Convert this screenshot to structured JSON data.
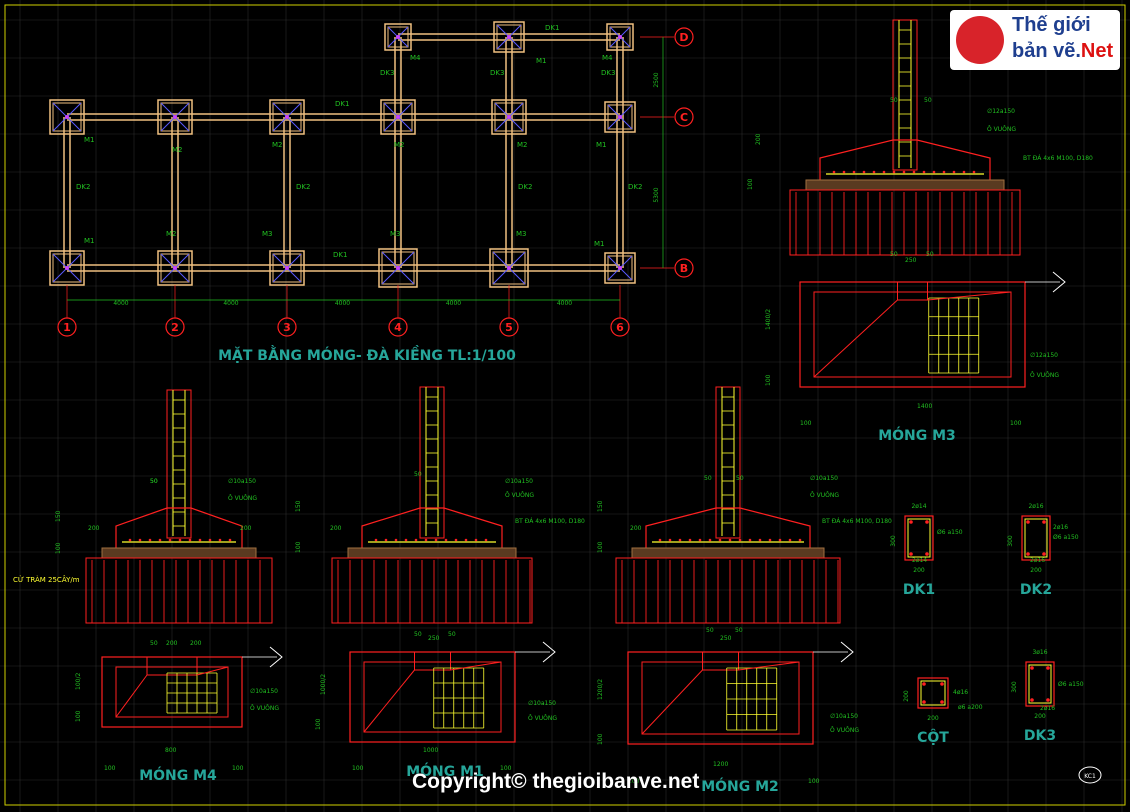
{
  "watermark": {
    "brand_line1": "Thế giới",
    "brand_line2": "bản vẽ.",
    "brand_suffix": "Net",
    "copyright": "Copyright© thegioibanve.net"
  },
  "plan": {
    "title": "MẶT BẰNG  MÓNG- ĐÀ KIỀNG TL:1/100",
    "axes_numbers": [
      "1",
      "2",
      "3",
      "4",
      "5",
      "6"
    ],
    "axes_letters": [
      "D",
      "C",
      "B"
    ],
    "spans": [
      "4000",
      "4000",
      "4000",
      "4000",
      "4000"
    ],
    "vertical_dims": [
      "2500",
      "5300"
    ],
    "beam_labels": [
      "DK1",
      "DK1",
      "DK1",
      "DK2",
      "DK2",
      "DK2",
      "DK2",
      "DK3",
      "DK3",
      "DK3"
    ],
    "footing_labels": [
      "M1",
      "M2",
      "M2",
      "M2",
      "M2",
      "M1",
      "M1",
      "M2",
      "M3",
      "M3",
      "M3",
      "M1",
      "M4",
      "M1",
      "M4"
    ]
  },
  "m3": {
    "title": "MÓNG M3",
    "rebar_top": "∅12a150",
    "square": "Ô VUÔNG",
    "gravel": "BT ĐÁ 4x6 M100, D180",
    "dims": [
      "50",
      "50",
      "200",
      "100",
      "250",
      "50",
      "50",
      "1400/2",
      "100",
      "1400",
      "100",
      "100"
    ],
    "rebar_plan": "∅12a150",
    "square2": "Ô VUÔNG"
  },
  "m4": {
    "title": "MÓNG M4",
    "pile": "CỪ TRÀM 25CÂY/m",
    "rebar": "∅10a150",
    "square": "Ô VUÔNG",
    "dims": [
      "50",
      "200",
      "200",
      "150",
      "200",
      "100",
      "50",
      "200",
      "50",
      "100/2",
      "100",
      "100",
      "800",
      "100"
    ]
  },
  "m1": {
    "title": "MÓNG M1",
    "rebar": "∅10a150",
    "square": "Ô VUÔNG",
    "gravel": "BT ĐÁ 4x6 M100, D180",
    "dims": [
      "50",
      "200",
      "150",
      "100",
      "50",
      "250",
      "50",
      "1000/2",
      "100",
      "100",
      "1000",
      "100"
    ]
  },
  "m2": {
    "title": "MÓNG M2",
    "rebar": "∅10a150",
    "square": "Ô VUÔNG",
    "gravel": "BT ĐÁ 4x6 M100, D180",
    "dims": [
      "50",
      "50",
      "200",
      "150",
      "100",
      "50",
      "250",
      "50",
      "1200/2",
      "100",
      "100",
      "1200",
      "100"
    ]
  },
  "sections": {
    "dk1": {
      "title": "DK1",
      "top": "2ø14",
      "side": "Ø6 a150",
      "bottom": "2ø14",
      "w": "200",
      "h": "300"
    },
    "dk2": {
      "title": "DK2",
      "top": "2ø16",
      "side": "2ø16",
      "stirrup": "Ø6 a150",
      "bottom": "2ø16",
      "w": "200",
      "h": "300"
    },
    "cot": {
      "title": "CỘT",
      "main": "4ø16",
      "stirrup": "ø6 a200",
      "w": "200",
      "h": "200"
    },
    "dk3": {
      "title": "DK3",
      "top": "3ø16",
      "stirrup": "Ø6 a150",
      "bottom": "2ø16",
      "w": "200",
      "h": "300"
    }
  },
  "sheet_tag": "KC1",
  "colors": {
    "frame": "#cfcf00",
    "grid": "#2b2b2b",
    "beam": "#f0c080",
    "red": "#ff2020",
    "yellow": "#ffff30",
    "green": "#21c021",
    "cyan": "#00e0e0",
    "title": "#26a69a",
    "white": "#ffffff",
    "blue": "#5a5aff"
  }
}
